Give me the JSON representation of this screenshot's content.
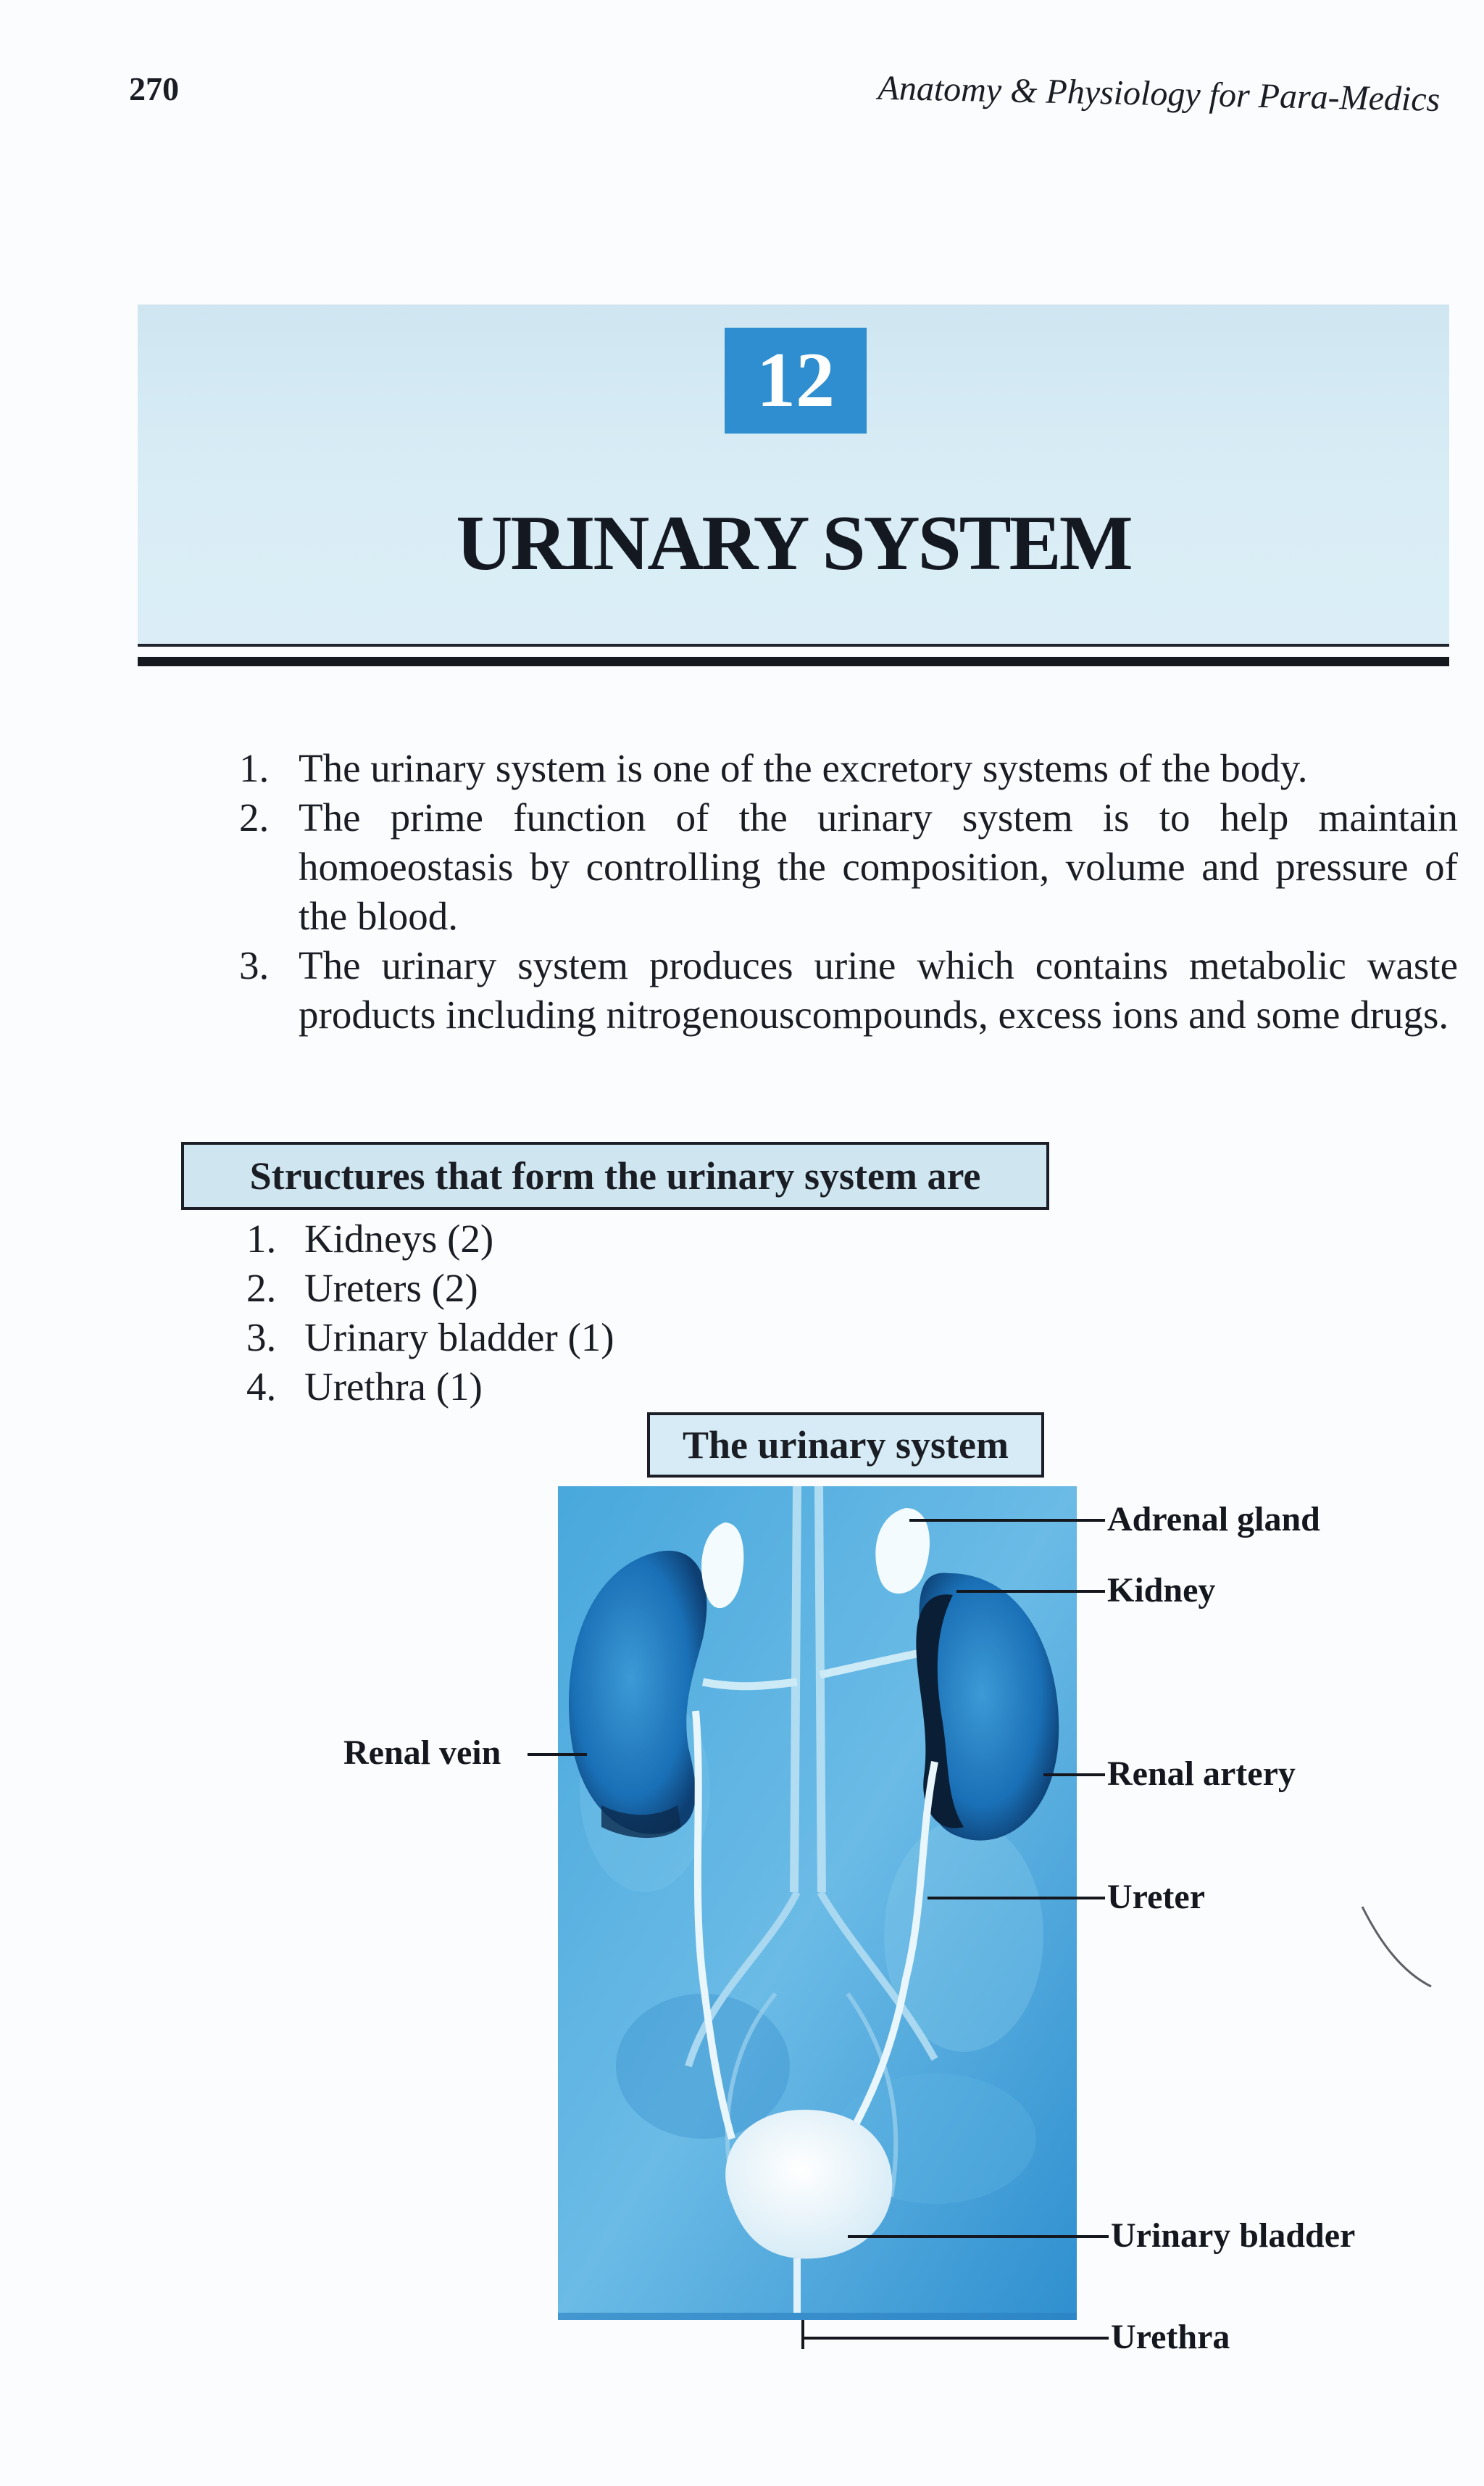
{
  "header": {
    "page_number": "270",
    "running_title": "Anatomy & Physiology for Para-Medics"
  },
  "chapter": {
    "number": "12",
    "title": "URINARY SYSTEM"
  },
  "intro_points": [
    {
      "num": "1.",
      "text": "The urinary system is one of the excretory systems of the body."
    },
    {
      "num": "2.",
      "text": "The prime function of the urinary system is to help maintain homoeostasis by controlling the composition, volume and pressure of the blood."
    },
    {
      "num": "3.",
      "text": "The urinary system produces urine which contains metabolic waste products including nitrogenouscompounds, excess ions and some drugs."
    }
  ],
  "structures": {
    "heading": "Structures that form the urinary system are",
    "items": [
      {
        "num": "1.",
        "text": "Kidneys (2)"
      },
      {
        "num": "2.",
        "text": "Ureters (2)"
      },
      {
        "num": "3.",
        "text": "Urinary bladder (1)"
      },
      {
        "num": "4.",
        "text": "Urethra (1)"
      }
    ]
  },
  "figure": {
    "caption": "The urinary system",
    "labels": {
      "adrenal_gland": "Adrenal gland",
      "kidney": "Kidney",
      "renal_vein": "Renal vein",
      "renal_artery": "Renal artery",
      "ureter": "Ureter",
      "urinary_bladder": "Urinary bladder",
      "urethra": "Urethra"
    }
  },
  "colors": {
    "banner": "#cfe6f1",
    "chapter_number_box": "#2e8ed0",
    "figure_background": "#3a9bd4",
    "kidney": "#1f7fc4",
    "text": "#1a1d24"
  }
}
